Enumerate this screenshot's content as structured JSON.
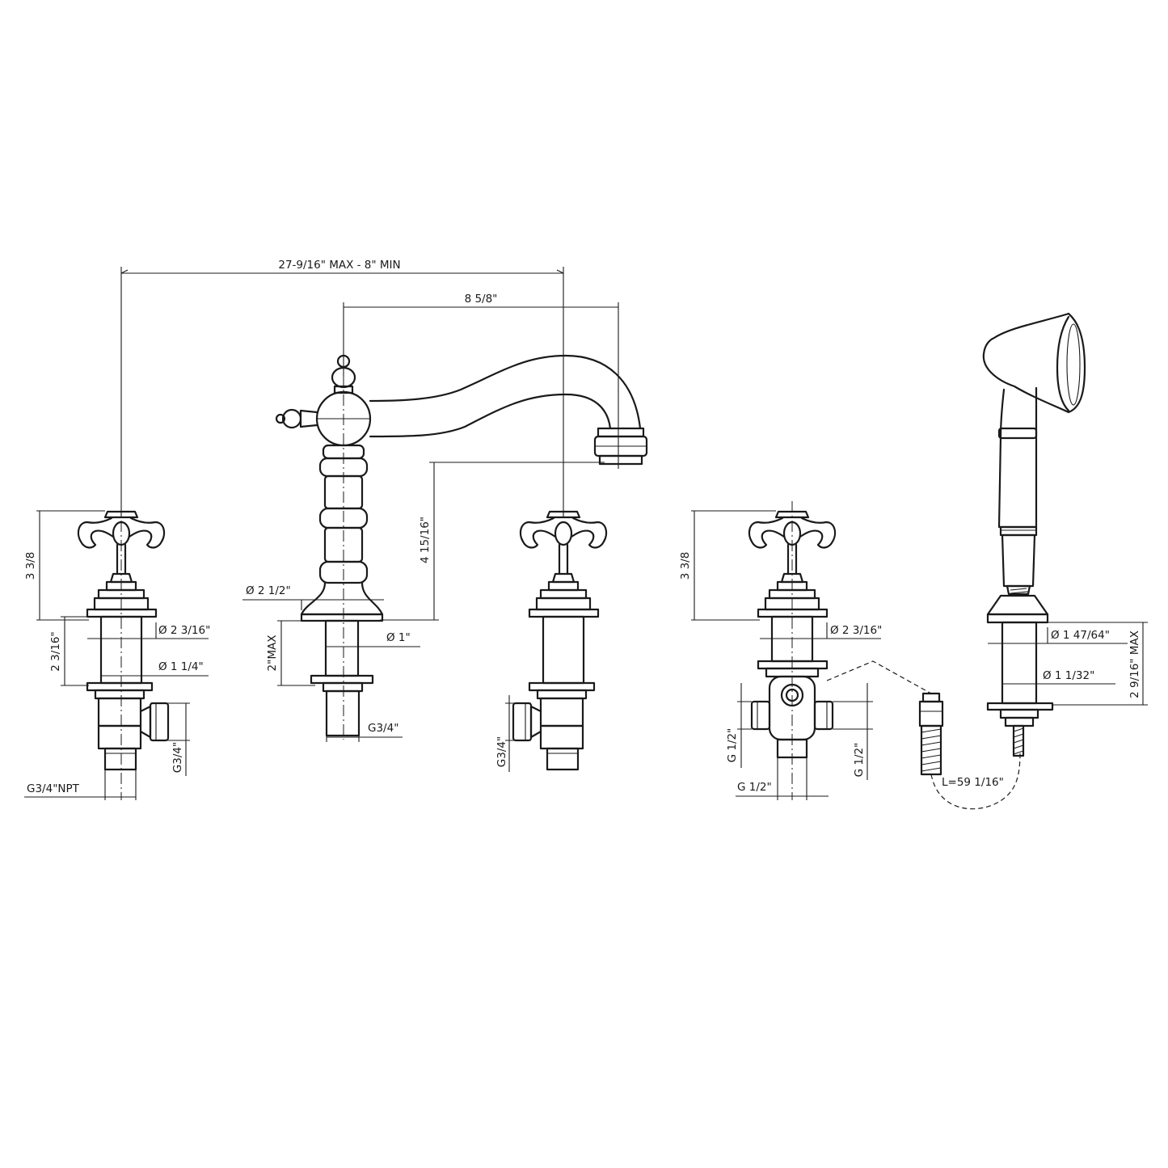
{
  "dimensions": {
    "overall_width": "27-9/16\" MAX - 8\" MIN",
    "spout_reach": "8  5/8\"",
    "spout_height": "4  15/16\"",
    "spout_base_diameter": "Ø 2  1/2\"",
    "spout_shank_diameter": "Ø 1\"",
    "spout_deck_max": "2\"MAX",
    "spout_thread": "G3/4\"",
    "left_valve_height": "3  3/8",
    "left_flange_diameter": "Ø 2  3/16\"",
    "left_shank_diameter": "Ø 1  1/4\"",
    "left_shank_length": "2  3/16\"",
    "left_outlet_thread": "G3/4\"",
    "left_inlet_thread": "G3/4\"NPT",
    "right_valve_outlet_thread": "G3/4\"",
    "diverter_height": "3  3/8",
    "diverter_flange_diameter": "Ø 2  3/16\"",
    "diverter_port_left": "G  1/2\"",
    "diverter_port_right": "G  1/2\"",
    "diverter_port_bottom": "G  1/2\"",
    "handshower_flange_diameter": "Ø 1  47/64\"",
    "handshower_shank_diameter": "Ø 1  1/32\"",
    "handshower_shank_max": "2  9/16\" MAX",
    "hose_length": "L=59  1/16\""
  },
  "icons": [
    "cross-handle-icon",
    "lever-knob-icon",
    "hand-shower-icon"
  ]
}
